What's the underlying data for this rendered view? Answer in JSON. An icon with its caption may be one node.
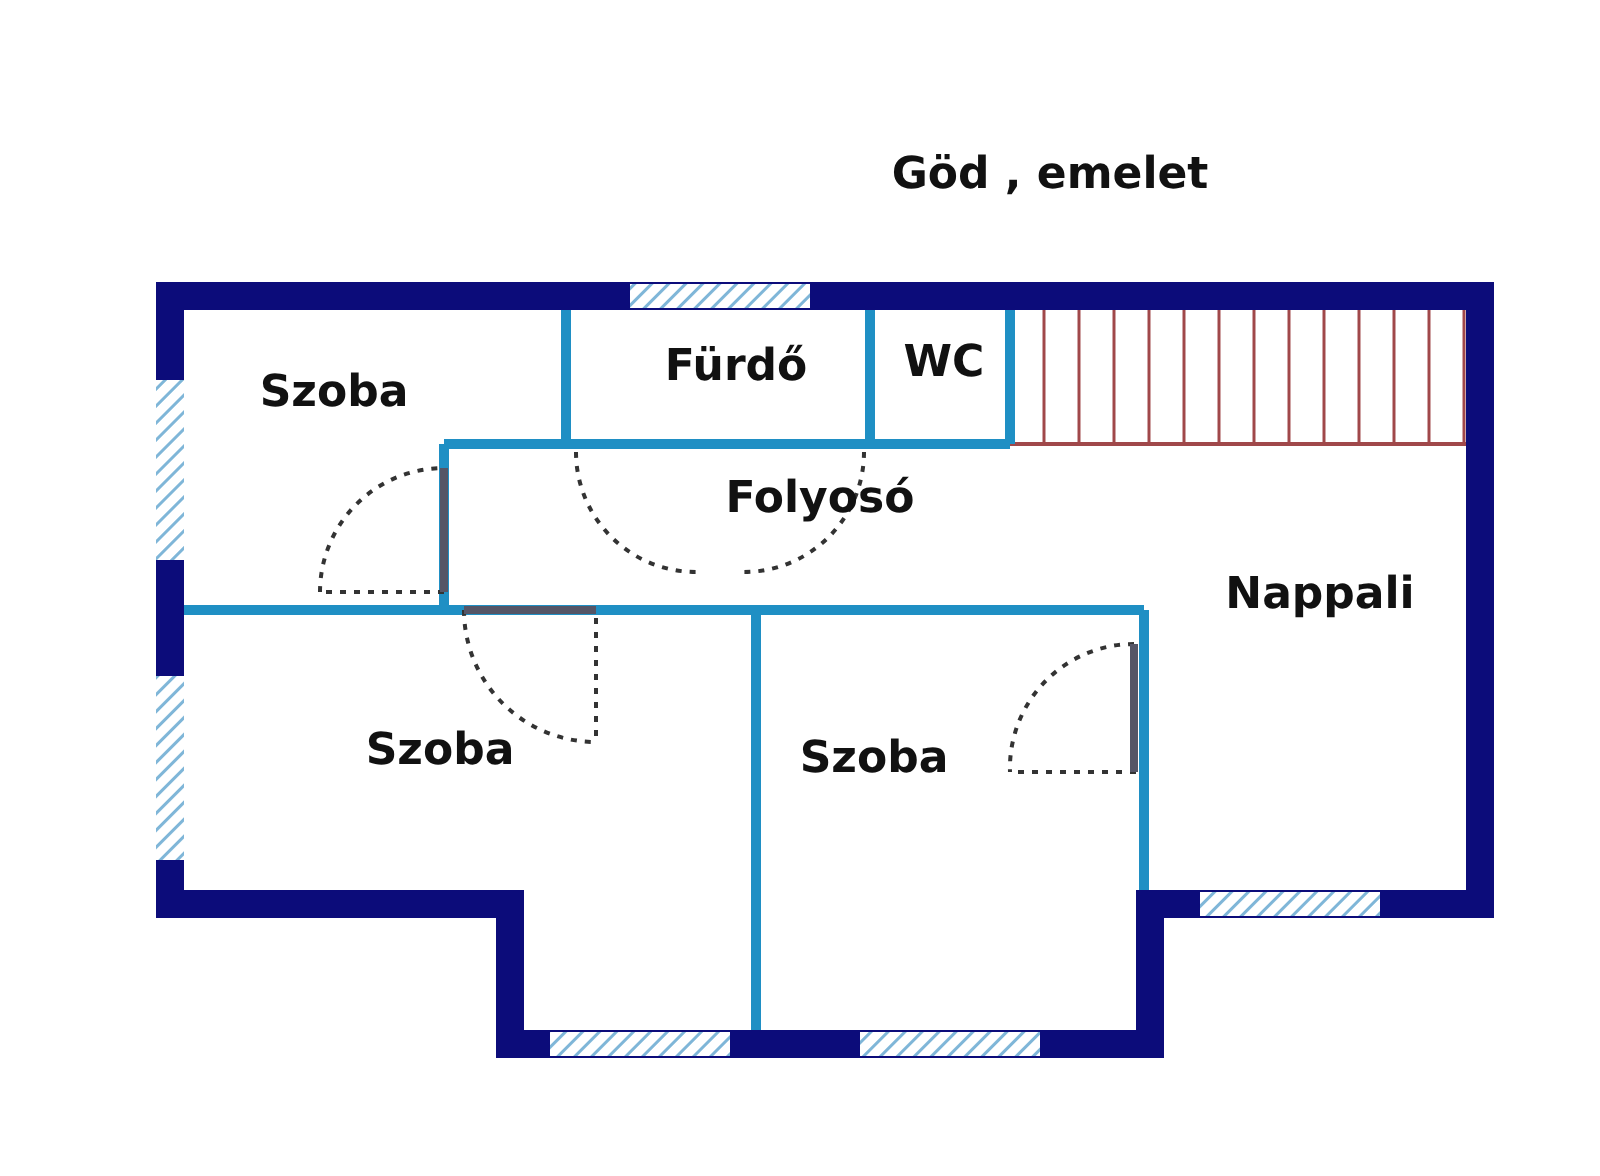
{
  "diagram": {
    "title": "Göd , emelet",
    "nodes": [
      {
        "text": [
          "Szoba"
        ]
      },
      {
        "text": [
          "Fürdő"
        ]
      },
      {
        "text": [
          "WC"
        ]
      },
      {
        "text": [
          "Folyosó"
        ]
      },
      {
        "text": [
          "Nappali"
        ]
      },
      {
        "text": [
          "Szoba"
        ]
      },
      {
        "text": [
          "Szoba"
        ]
      }
    ]
  }
}
